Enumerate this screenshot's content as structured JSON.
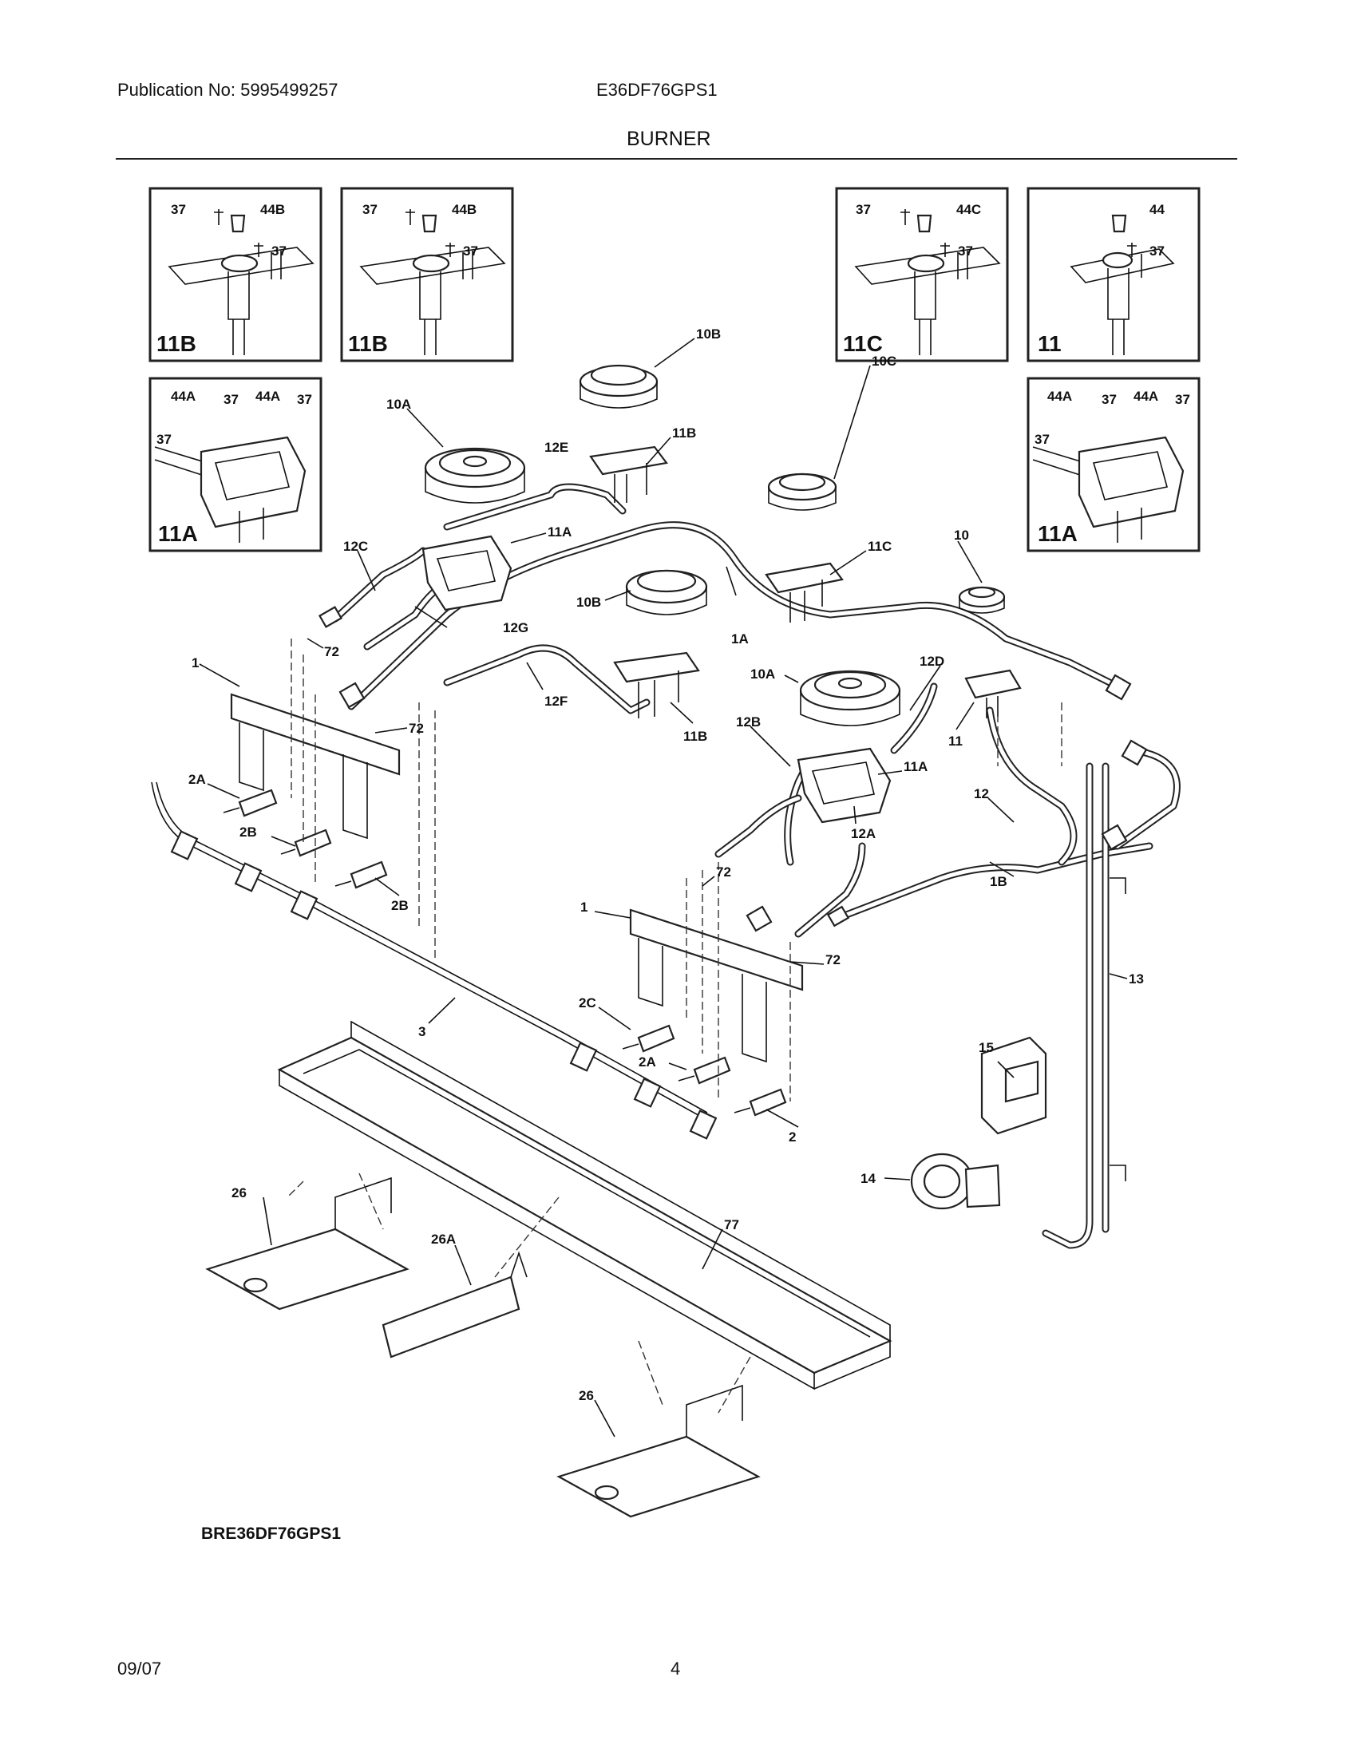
{
  "header": {
    "publication": "Publication No: 5995499257",
    "model": "E36DF76GPS1",
    "section_title": "BURNER"
  },
  "footer": {
    "diagram_ref": "BRE36DF76GPS1",
    "date": "09/07",
    "page_number": "4"
  },
  "insets": {
    "top_1": {
      "label": "11B",
      "callouts": [
        "37",
        "44B",
        "37"
      ]
    },
    "top_2": {
      "label": "11B",
      "callouts": [
        "37",
        "44B",
        "37"
      ]
    },
    "top_3": {
      "label": "11C",
      "callouts": [
        "37",
        "44C",
        "37"
      ]
    },
    "top_4": {
      "label": "11",
      "callouts": [
        "44",
        "37"
      ]
    },
    "mid_left": {
      "label": "11A",
      "callouts": [
        "44A",
        "37",
        "44A",
        "37",
        "37"
      ]
    },
    "mid_right": {
      "label": "11A",
      "callouts": [
        "44A",
        "37",
        "44A",
        "37",
        "37"
      ]
    }
  },
  "callouts": {
    "c10B_top": "10B",
    "c10A_left": "10A",
    "c12E": "12E",
    "c11B_top": "11B",
    "c10C": "10C",
    "c11A_left": "11A",
    "c12C": "12C",
    "c11C": "11C",
    "c10": "10",
    "c12G": "12G",
    "c1A": "1A",
    "c10B_mid": "10B",
    "c72_a": "72",
    "c1_left": "1",
    "c12F": "12F",
    "c10A_mid": "10A",
    "c12D": "12D",
    "c72_b": "72",
    "c11B_mid": "11B",
    "c11": "11",
    "c12B": "12B",
    "c2A_left": "2A",
    "c11A_mid": "11A",
    "c12": "12",
    "c2B_a": "2B",
    "c12A": "12A",
    "c1B": "1B",
    "c2B_b": "2B",
    "c72_c": "72",
    "c1_right": "1",
    "c72_d": "72",
    "c13": "13",
    "c3": "3",
    "c2C": "2C",
    "c15": "15",
    "c2A_right": "2A",
    "c2": "2",
    "c14": "14",
    "c26_left": "26",
    "c77": "77",
    "c26A": "26A",
    "c26_bottom": "26"
  }
}
